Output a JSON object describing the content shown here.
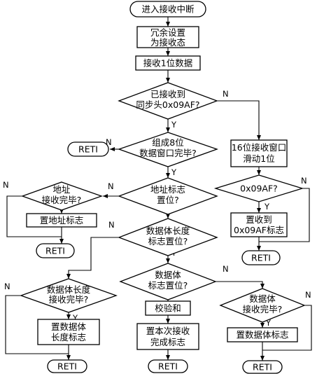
{
  "nodes": {
    "start": "进入接收中断",
    "redundancy": [
      "冗余设置",
      "为接收态"
    ],
    "recv1bit": "接收1位数据",
    "sync_q": [
      "已接收到",
      "同步头0x09AF?"
    ],
    "window_q": [
      "组成8位",
      "数据窗口完毕?"
    ],
    "reti_1": "RETI",
    "slide": [
      "16位接收窗口",
      "滑动1位"
    ],
    "match_q": "0x09AF?",
    "set_09af": [
      "置收到",
      "0x09AF标志"
    ],
    "reti_2": "RETI",
    "addr_flag_q": [
      "地址标志",
      "置位?"
    ],
    "addr_done_q": [
      "地址",
      "接收完毕?"
    ],
    "set_addr": "置地址标志",
    "reti_3": "RETI",
    "len_flag_q": [
      "数据体长度",
      "标志置位?"
    ],
    "len_done_q": [
      "数据体长度",
      "接收完毕?"
    ],
    "set_len": [
      "置数据体",
      "长度标志"
    ],
    "reti_4": "RETI",
    "body_flag_q": [
      "数据体",
      "标志置位?"
    ],
    "checksum": "校验和",
    "set_complete": [
      "置本次接收",
      "完成标志"
    ],
    "reti_5": "RETI",
    "body_done_q": [
      "数据体",
      "接收完毕?"
    ],
    "set_body": "置数据体标志",
    "reti_6": "RETI"
  },
  "labels": {
    "yes": "Y",
    "no": "N"
  }
}
